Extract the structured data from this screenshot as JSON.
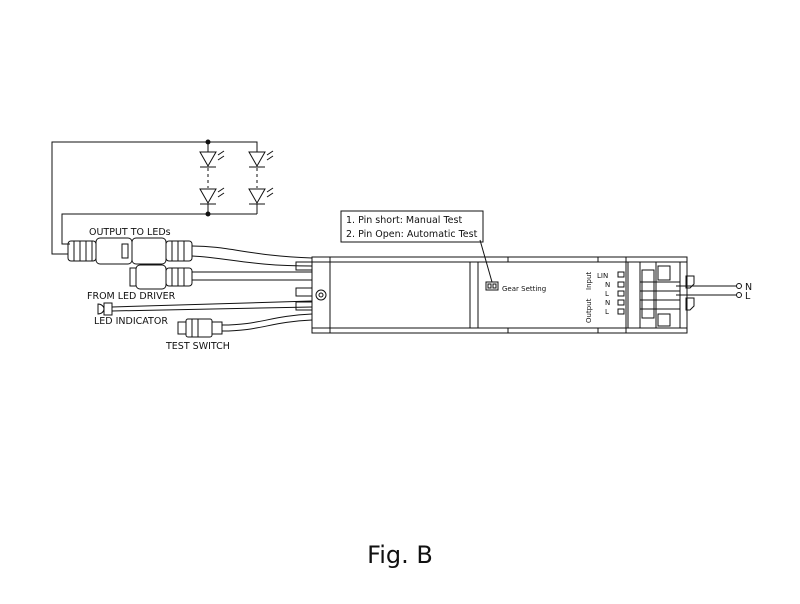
{
  "figure": {
    "caption": "Fig. B"
  },
  "labels": {
    "output_to_leds": "OUTPUT TO LEDs",
    "from_led_driver": "FROM LED DRIVER",
    "led_indicator": "LED INDICATOR",
    "test_switch": "TEST SWITCH",
    "gear_setting": "Gear Setting",
    "input": "Input",
    "output": "Output",
    "terminal_lin": "LIN",
    "terminal_n1": "N",
    "terminal_l1": "L",
    "terminal_n2": "N",
    "terminal_l2": "L",
    "mains_n": "N",
    "mains_l": "L"
  },
  "note": {
    "line1": "1. Pin short: Manual Test",
    "line2": "2. Pin Open: Automatic Test"
  }
}
